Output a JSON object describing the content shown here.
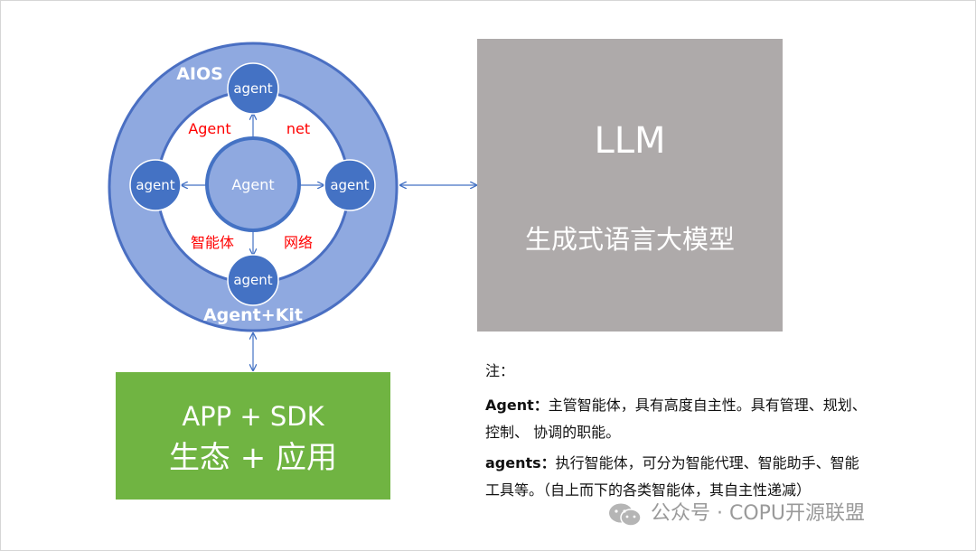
{
  "diagram": {
    "ring_label_top": "AIOS",
    "ring_label_bottom": "Agent+Kit",
    "center_node": "Agent",
    "agent_nodes": [
      "agent",
      "agent",
      "agent",
      "agent"
    ],
    "net_labels": [
      "Agent",
      "net",
      "智能体",
      "网络"
    ]
  },
  "llm": {
    "title": "LLM",
    "subtitle": "生成式语言大模型"
  },
  "app": {
    "line1": "APP + SDK",
    "line2": "生态 + 应用"
  },
  "notes": {
    "heading": "注：",
    "agent_term": "Agent：",
    "agent_desc": "主管智能体，具有高度自主性。具有管理、规划、",
    "agent_desc_2": "控制、   协调的职能。",
    "agents_term": "agents：",
    "agents_desc": "执行智能体，可分为智能代理、智能助手、智能",
    "agents_desc_2": "工具等。（自上而下的各类智能体，其自主性递减）"
  },
  "watermark": {
    "text": "公众号 · COPU开源联盟",
    "icon": "wechat-icon"
  },
  "colors": {
    "ring_fill": "#8fa9e0",
    "ring_stroke": "#4a6fc2",
    "node_fill": "#4472c4",
    "net_label": "#ff0000",
    "llm_box": "#aeaaaa",
    "app_box": "#70b442",
    "arrow": "#4472c4"
  }
}
